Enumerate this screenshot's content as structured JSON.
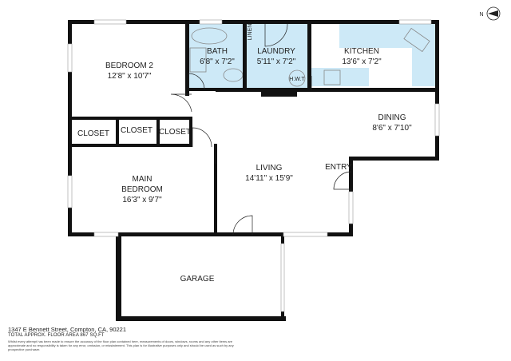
{
  "rooms": {
    "bedroom2": {
      "name": "BEDROOM 2",
      "size": "12'8\" x 10'7\""
    },
    "bath": {
      "name": "BATH",
      "size": "6'8\" x 7'2\""
    },
    "linen": {
      "name": "LINEN"
    },
    "laundry": {
      "name": "LAUNDRY",
      "size": "5'11\" x 7'2\""
    },
    "hwt": {
      "name": "H.W.T"
    },
    "kitchen": {
      "name": "KITCHEN",
      "size": "13'6\" x 7'2\""
    },
    "dining": {
      "name": "DINING",
      "size": "8'6\" x 7'10\""
    },
    "closets": [
      "CLOSET",
      "CLOSET",
      "CLOSET"
    ],
    "main_bedroom": {
      "name_line1": "MAIN",
      "name_line2": "BEDROOM",
      "size": "16'3\" x 9'7\""
    },
    "living": {
      "name": "LIVING",
      "size": "14'11\" x 15'9\""
    },
    "entry": {
      "name": "ENTRY"
    },
    "garage": {
      "name": "GARAGE"
    }
  },
  "compass": {
    "label": "N"
  },
  "footer": {
    "address": "1347 E Bennett Street, Compton, CA, 90221",
    "total_area": "TOTAL APPROX. FLOOR AREA 867 SQ.FT",
    "disclaimer": "Whilst every attempt has been made to ensure the accuracy of the floor plan contained here, measurements of doors, windows, rooms and any other items are approximate and no responsibility is taken for any error, omission, or misstatement. This plan is for illustrative purposes only and should be used as such by any prospective purchaser."
  },
  "colors": {
    "wet_area": "#cde9f7",
    "wall": "#111111"
  }
}
